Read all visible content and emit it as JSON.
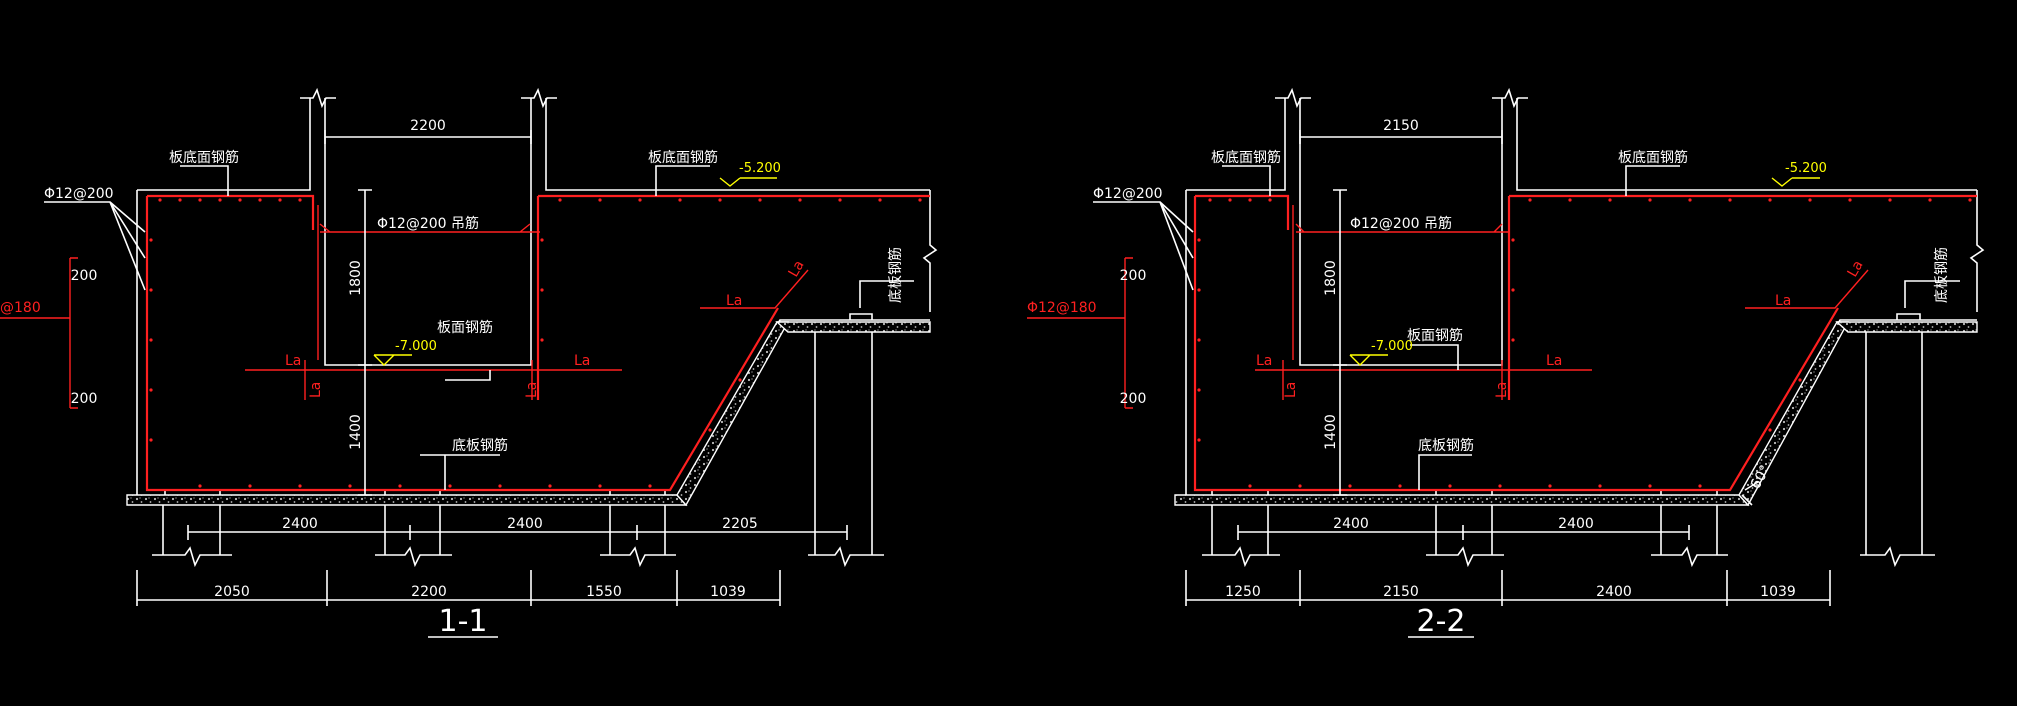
{
  "colors": {
    "background": "#000000",
    "line": "#ffffff",
    "rebar": "#ff2020",
    "level": "#ffff00"
  },
  "section1": {
    "title": "1-1",
    "top_span": "2200",
    "top_left_note": "板底面钢筋",
    "top_right_note": "板底面钢筋",
    "top_level": "-5.200",
    "left_rebar": "Φ12@200",
    "mid_rebar": "Φ12@200 吊筋",
    "left_bar_label": "@180",
    "dim_200_top": "200",
    "dim_200_bot": "200",
    "dim_1800": "1800",
    "dim_1400": "1400",
    "pit_level": "-7.000",
    "pit_note": "板面钢筋",
    "bottom_note": "底板钢筋",
    "right_note": "底板钢筋",
    "La1": "La",
    "La2": "La",
    "La3": "La",
    "La4": "La",
    "La5": "La",
    "La6": "La",
    "axis_1": "2400",
    "axis_2": "2400",
    "axis_3": "2205",
    "bot_1": "2050",
    "bot_2": "2200",
    "bot_3": "1550",
    "bot_4": "1039"
  },
  "section2": {
    "title": "2-2",
    "top_span": "2150",
    "top_left_note": "板底面钢筋",
    "top_right_note": "板底面钢筋",
    "top_level": "-5.200",
    "left_rebar": "Φ12@200",
    "mid_rebar": "Φ12@200 吊筋",
    "left_bar_label": "Φ12@180",
    "dim_200_top": "200",
    "dim_200_bot": "200",
    "dim_1800": "1800",
    "dim_1400": "1400",
    "pit_level": "-7.000",
    "pit_note": "板面钢筋",
    "bottom_note": "底板钢筋",
    "right_note": "底板钢筋",
    "La1": "La",
    "La2": "La",
    "La3": "La",
    "La4": "La",
    "La5": "La",
    "La6": "La",
    "angle": "60°",
    "axis_1": "2400",
    "axis_2": "2400",
    "bot_1": "1250",
    "bot_2": "2150",
    "bot_3": "2400",
    "bot_4": "1039"
  }
}
